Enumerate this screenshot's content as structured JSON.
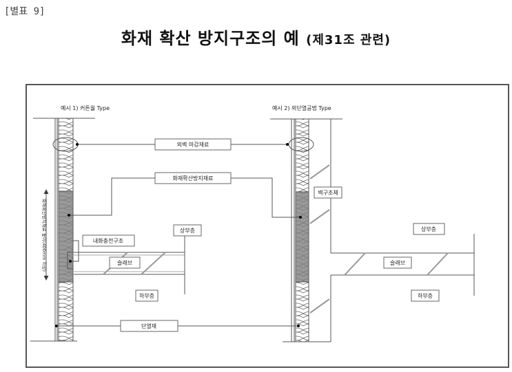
{
  "annex_label": "[별표 9]",
  "title": "화재 확산 방지구조의 예",
  "title_ref": "(제31조 관련)",
  "diagram": {
    "example1_title": "예시 1) 커튼월 Type",
    "example2_title": "예시 2) 외단열공법 Type",
    "labels": {
      "exterior_finish": "외벽 마감재료",
      "fire_spread_material": "화재확산방지재료",
      "wall_structure": "벽구조체",
      "upper_floor": "상부층",
      "fire_filling": "내화충전구조",
      "slab": "슬래브",
      "lower_floor": "하부층",
      "insulation": "단열재",
      "height_note": "화재확산방지재료 높이(400mm 이상)"
    }
  }
}
